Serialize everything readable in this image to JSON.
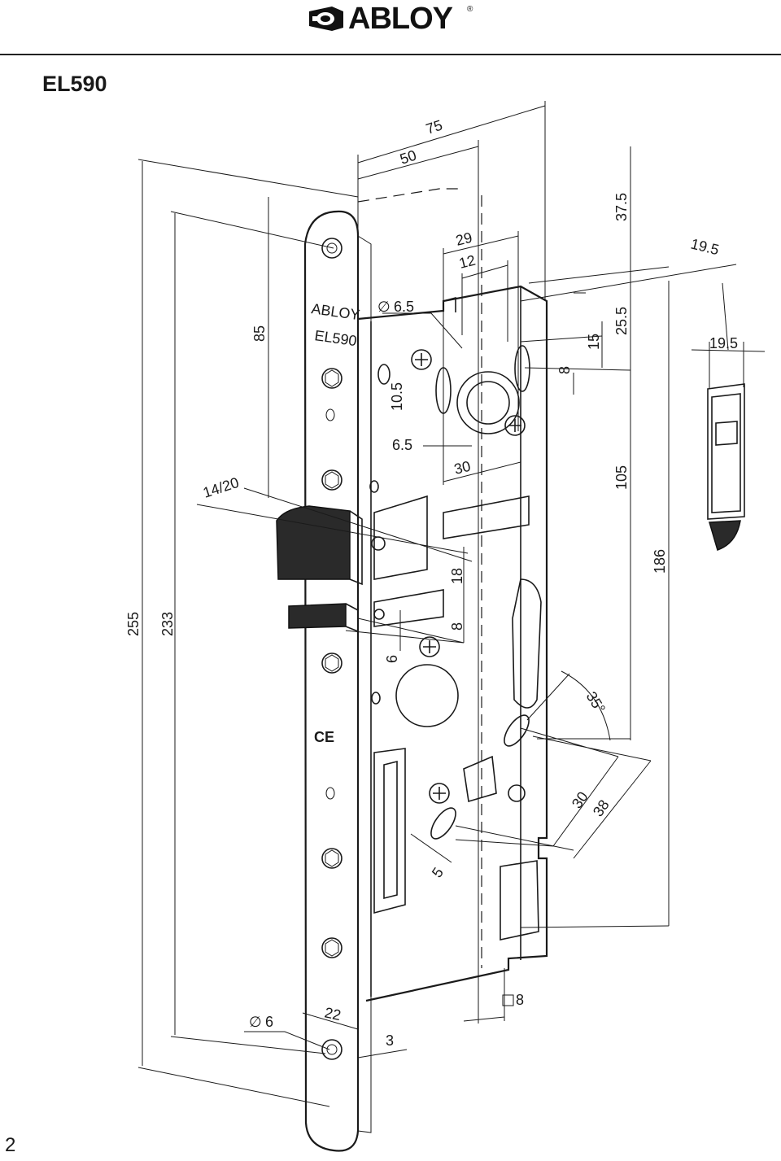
{
  "header": {
    "brand": "ABLOY",
    "registered_mark": "®",
    "model": "EL590"
  },
  "page_number": "2",
  "faceplate": {
    "engraving_line1": "ABLOY",
    "engraving_line2": "EL590",
    "ce_mark": "CE"
  },
  "dimensions": {
    "d75": "75",
    "d50": "50",
    "d29": "29",
    "d12": "12",
    "phi65": "6.5",
    "d105_small": "10.5",
    "d65": "6.5",
    "d30_top": "30",
    "d85": "85",
    "d14_20": "14/20",
    "d18": "18",
    "d8_mid": "8",
    "d6": "6",
    "d255": "255",
    "d233": "233",
    "d37_5": "37.5",
    "d25_5": "25.5",
    "d15": "15",
    "d8_right": "8",
    "d105": "105",
    "d186": "186",
    "d35deg": "35°",
    "d30_low": "30",
    "d38": "38",
    "d5": "5",
    "phi6": "6",
    "d22": "22",
    "d3": "3",
    "sq8": "8",
    "d19_5_top": "19.5",
    "d19_5_side": "19.5"
  }
}
